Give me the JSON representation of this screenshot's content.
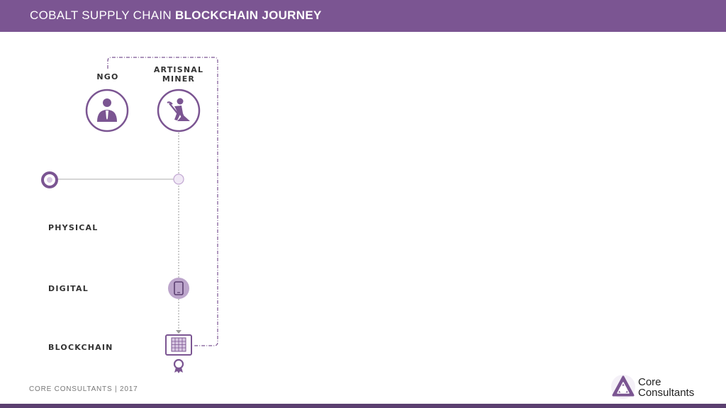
{
  "header": {
    "title_regular": "COBALT SUPPLY CHAIN ",
    "title_bold": "BLOCKCHAIN JOURNEY"
  },
  "actors": [
    {
      "label": "NGO",
      "icon": "person-tie-icon"
    },
    {
      "label": "ARTISNAL\nMINER",
      "icon": "miner-digging-icon"
    }
  ],
  "rows": {
    "physical": "PHYSICAL",
    "digital": "DIGITAL",
    "blockchain": "BLOCKCHAIN"
  },
  "nodes": {
    "digital_icon": "smartphone-icon",
    "blockchain_icon": "ledger-grid-icon",
    "certificate_icon": "award-ribbon-icon"
  },
  "colors": {
    "purple": "#7b5592",
    "dark_purple": "#5b3f70",
    "light_purple": "#d9c9e3",
    "line_gray": "#bdbdbd"
  },
  "footer": {
    "left": "CORE CONSULTANTS  | 2017",
    "logo_line1": "Core",
    "logo_line2": "Consultants"
  }
}
